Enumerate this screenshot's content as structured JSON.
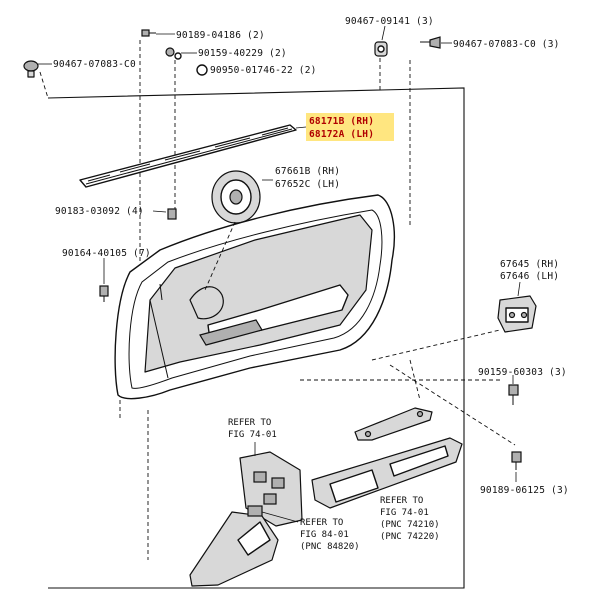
{
  "colors": {
    "highlight": "#ffe680",
    "ink": "#111111",
    "paper": "#ffffff"
  },
  "labels": {
    "p_9018904186": "90189-04186 (2)",
    "p_9015940229": "90159-40229 (2)",
    "p_9095001746": "90950-01746-22 (2)",
    "p_9046707083_left": "90467-07083-C0",
    "p_9046709141": "90467-09141 (3)",
    "p_9046707083_right": "90467-07083-C0 (3)",
    "p_68171b": "68171B (RH)",
    "p_68172a": "68172A (LH)",
    "p_67661b": "67661B (RH)",
    "p_67652c": "67652C (LH)",
    "p_9018303092": "90183-03092 (4)",
    "p_9016440105": "90164-40105 (7)",
    "p_67645": "67645 (RH)",
    "p_67646": "67646 (LH)",
    "p_9015960303": "90159-60303 (3)",
    "p_9018906125": "90189-06125 (3)",
    "ref1_line1": "REFER TO",
    "ref1_line2": "FIG 74-01",
    "ref2_line1": "REFER TO",
    "ref2_line2": "FIG 84-01",
    "ref2_line3": "(PNC 84820)",
    "ref3_line1": "REFER TO",
    "ref3_line2": "FIG 74-01",
    "ref3_line3": "(PNC 74210)",
    "ref3_line4": "(PNC 74220)"
  }
}
